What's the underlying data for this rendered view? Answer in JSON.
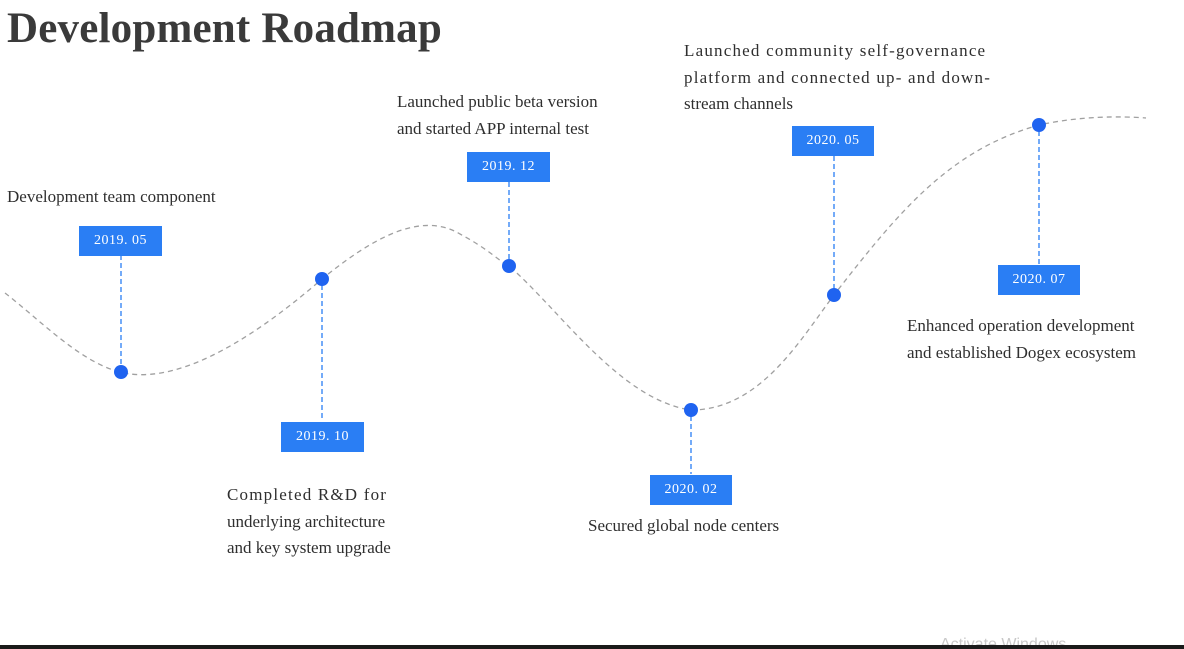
{
  "title": "Development Roadmap",
  "colors": {
    "accent": "#2a7ef4",
    "point": "#1f63f0",
    "curve": "#a0a0a0"
  },
  "milestones": [
    {
      "date": "2019. 05",
      "lines": [
        "Development team component"
      ]
    },
    {
      "date": "2019. 10",
      "lines": [
        "Completed R&D for",
        "underlying architecture",
        "and key system upgrade"
      ]
    },
    {
      "date": "2019. 12",
      "lines": [
        "Launched public beta version",
        "and started APP internal test"
      ]
    },
    {
      "date": "2020. 02",
      "lines": [
        "Secured global node centers"
      ]
    },
    {
      "date": "2020. 05",
      "lines": [
        "Launched community self-governance",
        "platform and connected up- and down-",
        "stream channels"
      ]
    },
    {
      "date": "2020. 07",
      "lines": [
        "Enhanced operation development",
        "and established Dogex ecosystem"
      ]
    }
  ],
  "watermark": "Activate Windows"
}
